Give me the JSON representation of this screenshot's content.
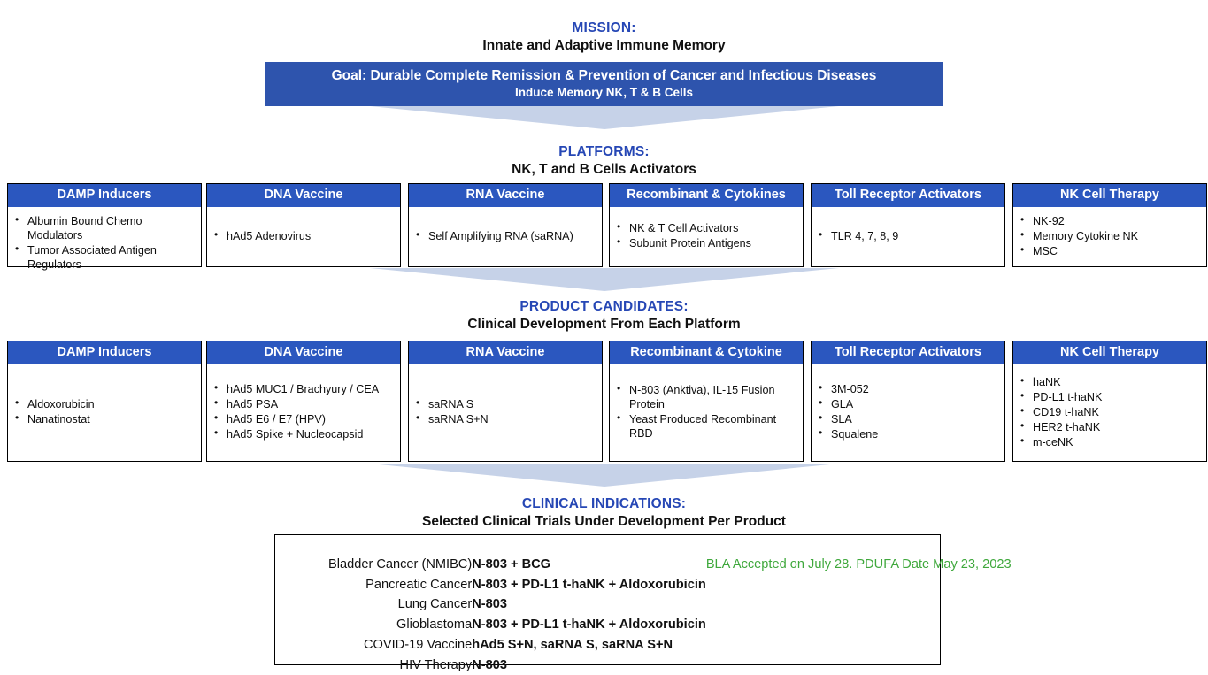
{
  "colors": {
    "brand_blue": "#2E54AD",
    "header_blue": "#2B57BF",
    "heading_blue": "#2647B5",
    "arrow_blue": "#C6D2E8",
    "note_green": "#3FA83C"
  },
  "mission": {
    "kicker": "MISSION:",
    "sub": "Innate and Adaptive Immune Memory",
    "goal_line1": "Goal: Durable Complete Remission & Prevention of Cancer and Infectious Diseases",
    "goal_line2": "Induce Memory NK, T & B Cells"
  },
  "platforms": {
    "kicker": "PLATFORMS:",
    "sub": "NK, T and B Cells Activators",
    "cards": [
      {
        "title": "DAMP Inducers",
        "items": [
          "Albumin Bound Chemo Modulators",
          "Tumor Associated Antigen Regulators"
        ]
      },
      {
        "title": "DNA Vaccine",
        "items": [
          "hAd5 Adenovirus"
        ]
      },
      {
        "title": "RNA Vaccine",
        "items": [
          "Self Amplifying RNA (saRNA)"
        ]
      },
      {
        "title": "Recombinant & Cytokines",
        "items": [
          "NK & T Cell Activators",
          "Subunit Protein Antigens"
        ]
      },
      {
        "title": "Toll Receptor Activators",
        "items": [
          "TLR 4, 7, 8, 9"
        ]
      },
      {
        "title": "NK Cell Therapy",
        "items": [
          "NK-92",
          "Memory Cytokine NK",
          "MSC"
        ]
      }
    ]
  },
  "product_candidates": {
    "kicker": "PRODUCT CANDIDATES:",
    "sub": "Clinical Development From Each Platform",
    "cards": [
      {
        "title": "DAMP Inducers",
        "items": [
          "Aldoxorubicin",
          "Nanatinostat"
        ]
      },
      {
        "title": "DNA Vaccine",
        "items": [
          "hAd5 MUC1 / Brachyury / CEA",
          "hAd5 PSA",
          "hAd5 E6 / E7 (HPV)",
          "hAd5 Spike + Nucleocapsid"
        ]
      },
      {
        "title": "RNA Vaccine",
        "items": [
          "saRNA S",
          "saRNA S+N"
        ]
      },
      {
        "title": "Recombinant & Cytokine",
        "items": [
          "N-803 (Anktiva), IL-15 Fusion Protein",
          "Yeast Produced Recombinant RBD"
        ]
      },
      {
        "title": "Toll Receptor Activators",
        "items": [
          "3M-052",
          "GLA",
          "SLA",
          "Squalene"
        ]
      },
      {
        "title": "NK Cell Therapy",
        "items": [
          "haNK",
          "PD-L1 t-haNK",
          "CD19 t-haNK",
          "HER2 t-haNK",
          "m-ceNK"
        ]
      }
    ]
  },
  "clinical_indications": {
    "kicker": "CLINICAL INDICATIONS:",
    "sub": "Selected Clinical Trials Under Development Per Product",
    "rows": [
      {
        "indication": "Bladder Cancer (NMIBC)",
        "product": "N-803 + BCG",
        "note": "BLA Accepted on July 28. PDUFA Date May 23, 2023"
      },
      {
        "indication": "Pancreatic Cancer",
        "product": "N-803 + PD-L1 t-haNK + Aldoxorubicin",
        "note": ""
      },
      {
        "indication": "Lung Cancer",
        "product": "N-803",
        "note": ""
      },
      {
        "indication": "Glioblastoma",
        "product": "N-803 + PD-L1 t-haNK + Aldoxorubicin",
        "note": ""
      },
      {
        "indication": "COVID-19 Vaccine",
        "product": "hAd5 S+N, saRNA S, saRNA S+N",
        "note": ""
      },
      {
        "indication": "HIV Therapy",
        "product": "N-803",
        "note": ""
      }
    ]
  }
}
